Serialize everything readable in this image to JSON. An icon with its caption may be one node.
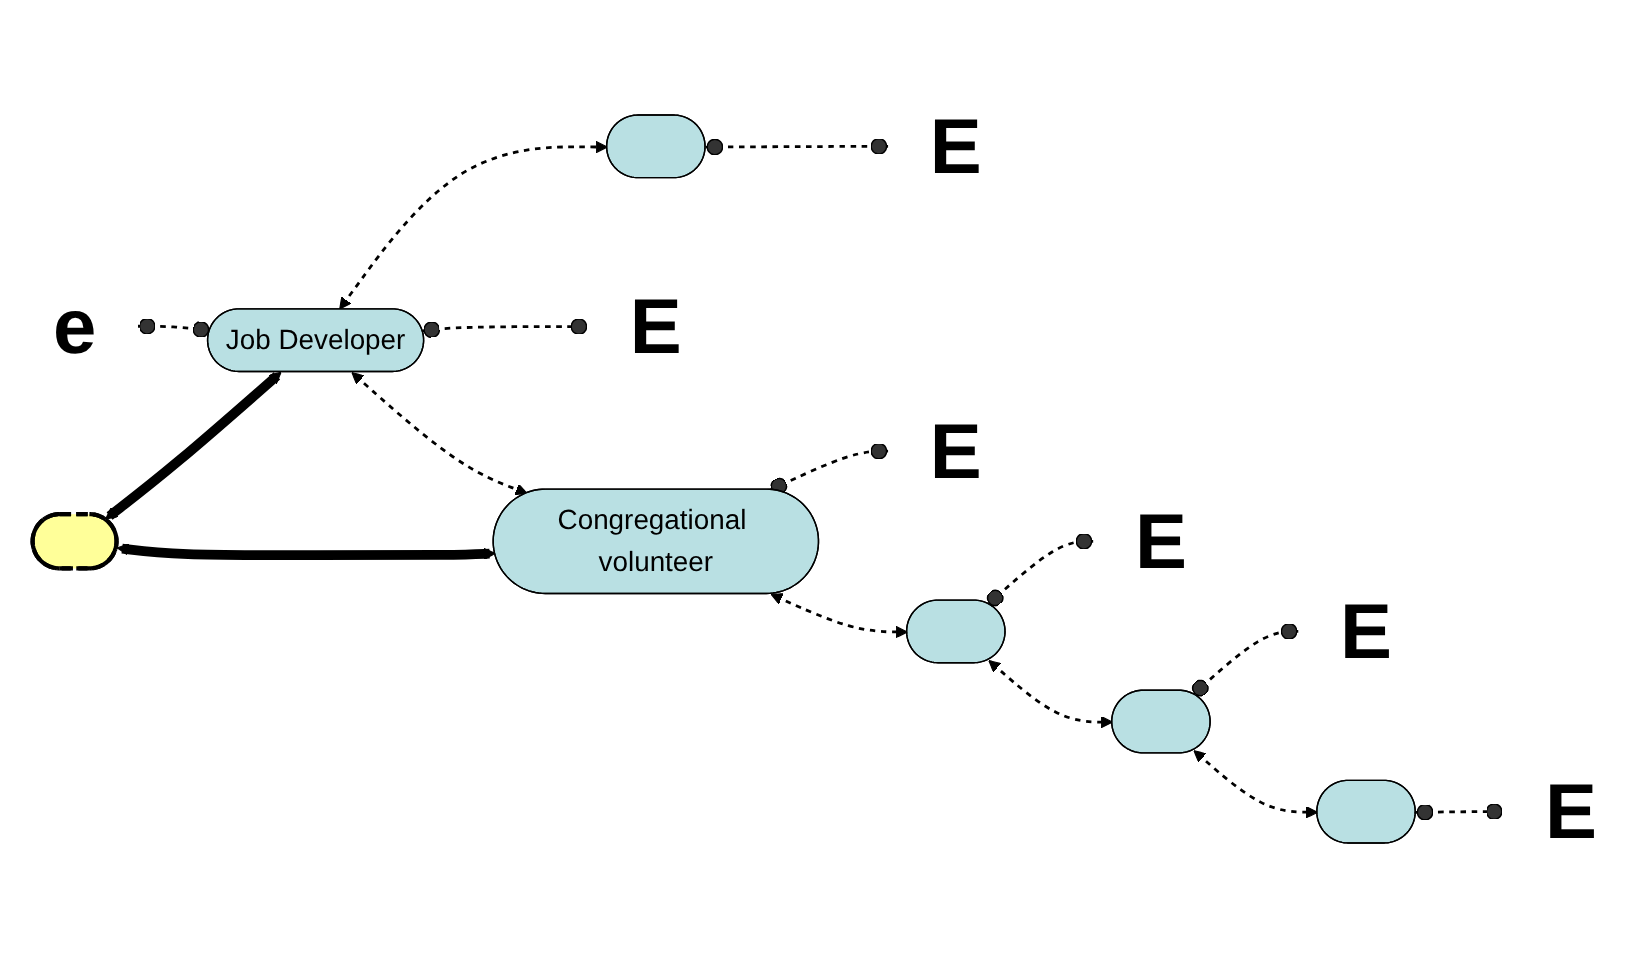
{
  "diagram": {
    "nodes": [
      {
        "text": [],
        "shape": "ellipse"
      },
      {
        "text": [
          "Job Developer"
        ]
      },
      {
        "text": [
          "Congregational volunteer"
        ]
      },
      {
        "text": [
          "e"
        ]
      },
      {
        "text": [
          "E"
        ]
      },
      {
        "text": [],
        "shape": "ellipse"
      },
      {
        "text": [
          "E"
        ]
      },
      {
        "text": [
          "E"
        ]
      },
      {
        "text": [],
        "shape": "ellipse"
      },
      {
        "text": [
          "E"
        ]
      },
      {
        "text": [],
        "shape": "ellipse"
      },
      {
        "text": [
          "E"
        ]
      },
      {
        "text": [],
        "shape": "ellipse"
      },
      {
        "text": [
          "E"
        ]
      }
    ],
    "edges": [
      {
        "from": 0,
        "to": 1,
        "arrow": "both",
        "style": "thick"
      },
      {
        "from": 0,
        "to": 2,
        "arrow": "both",
        "style": "thick"
      },
      {
        "from": 3,
        "to": 1,
        "arrow": "other",
        "style": "dashed"
      },
      {
        "from": 1,
        "to": 4,
        "arrow": "other",
        "style": "dashed"
      },
      {
        "from": 1,
        "to": 5,
        "arrow": "both",
        "style": "dashed"
      },
      {
        "from": 5,
        "to": 6,
        "arrow": "other",
        "style": "dashed"
      },
      {
        "from": 1,
        "to": 2,
        "arrow": "both",
        "style": "dashed"
      },
      {
        "from": 2,
        "to": 7,
        "arrow": "other",
        "style": "dashed"
      },
      {
        "from": 2,
        "to": 8,
        "arrow": "both",
        "style": "dashed"
      },
      {
        "from": 8,
        "to": 9,
        "arrow": "other",
        "style": "dashed"
      },
      {
        "from": 8,
        "to": 10,
        "arrow": "both",
        "style": "dashed"
      },
      {
        "from": 10,
        "to": 11,
        "arrow": "other",
        "style": "dashed"
      },
      {
        "from": 10,
        "to": 12,
        "arrow": "both",
        "style": "dashed"
      },
      {
        "from": 12,
        "to": 13,
        "arrow": "other",
        "style": "dashed"
      }
    ]
  }
}
